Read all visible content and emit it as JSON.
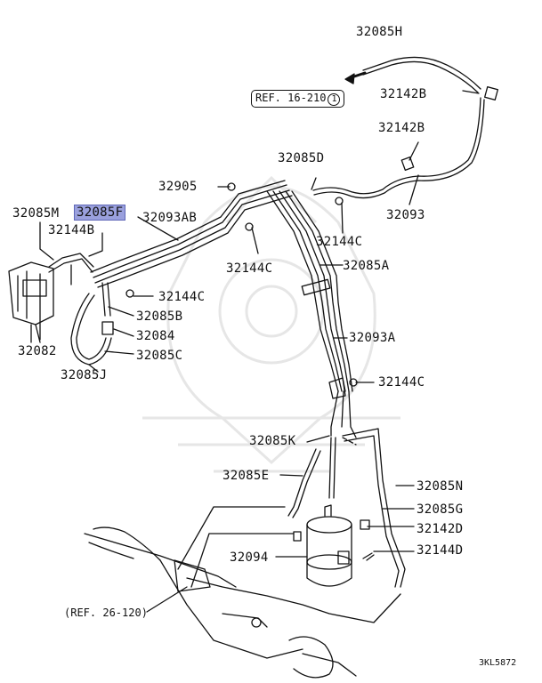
{
  "callouts": [
    {
      "id": "32085H",
      "text": "32085H"
    },
    {
      "id": "32142B-top",
      "text": "32142B"
    },
    {
      "id": "32142B-mid",
      "text": "32142B"
    },
    {
      "id": "32085D",
      "text": "32085D"
    },
    {
      "id": "32905",
      "text": "32905"
    },
    {
      "id": "32093",
      "text": "32093"
    },
    {
      "id": "32085M",
      "text": "32085M"
    },
    {
      "id": "32085F",
      "text": "32085F"
    },
    {
      "id": "32093AB",
      "text": "32093AB"
    },
    {
      "id": "32144B",
      "text": "32144B"
    },
    {
      "id": "32144C-a",
      "text": "32144C"
    },
    {
      "id": "32144C-b",
      "text": "32144C"
    },
    {
      "id": "32085A",
      "text": "32085A"
    },
    {
      "id": "32144C-c",
      "text": "32144C"
    },
    {
      "id": "32085B",
      "text": "32085B"
    },
    {
      "id": "32084",
      "text": "32084"
    },
    {
      "id": "32093A",
      "text": "32093A"
    },
    {
      "id": "32082",
      "text": "32082"
    },
    {
      "id": "32085C",
      "text": "32085C"
    },
    {
      "id": "32085J",
      "text": "32085J"
    },
    {
      "id": "32144C-d",
      "text": "32144C"
    },
    {
      "id": "32085K",
      "text": "32085K"
    },
    {
      "id": "32085E",
      "text": "32085E"
    },
    {
      "id": "32085N",
      "text": "32085N"
    },
    {
      "id": "32085G",
      "text": "32085G"
    },
    {
      "id": "32142D",
      "text": "32142D"
    },
    {
      "id": "32094",
      "text": "32094"
    },
    {
      "id": "32144D",
      "text": "32144D"
    }
  ],
  "highlighted_part": "32085F",
  "references": {
    "ref1_text": "REF. 16-210",
    "ref1_circle": "1",
    "ref2_text": "(REF. 26-120)"
  },
  "diagram_code": "3KL5872",
  "colors": {
    "line": "#111111",
    "highlight": "#9aa0dd",
    "watermark": "#e6e6e6"
  }
}
